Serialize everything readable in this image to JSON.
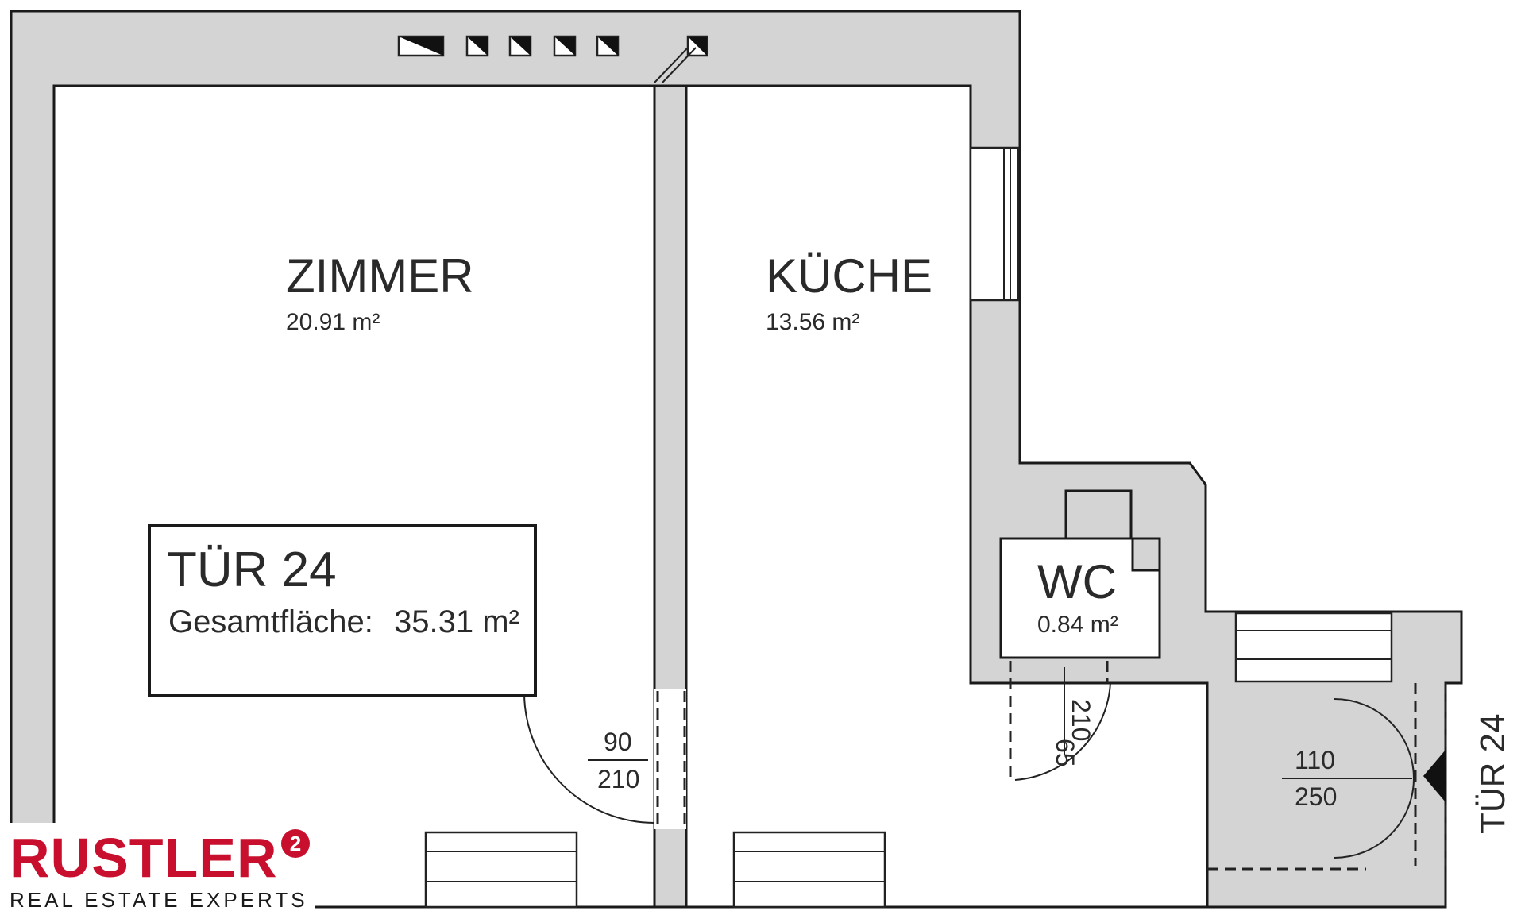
{
  "rooms": {
    "zimmer": {
      "name": "ZIMMER",
      "area": "20.91 m²"
    },
    "kueche": {
      "name": "KÜCHE",
      "area": "13.56 m²"
    },
    "wc": {
      "name": "WC",
      "area": "0.84 m²"
    }
  },
  "unit_box": {
    "title": "TÜR 24",
    "total_label": "Gesamtfläche:",
    "total_value": "35.31 m²"
  },
  "doors": {
    "zimmer_door": {
      "width": "90",
      "height": "210"
    },
    "wc_door": {
      "width": "65",
      "height": "210"
    },
    "entry_door": {
      "width": "110",
      "height": "250"
    },
    "entry_label": "TÜR 24"
  },
  "logo": {
    "brand": "RUSTLER",
    "mark": "2",
    "tagline": "REAL ESTATE EXPERTS",
    "color": "#c8102e"
  }
}
